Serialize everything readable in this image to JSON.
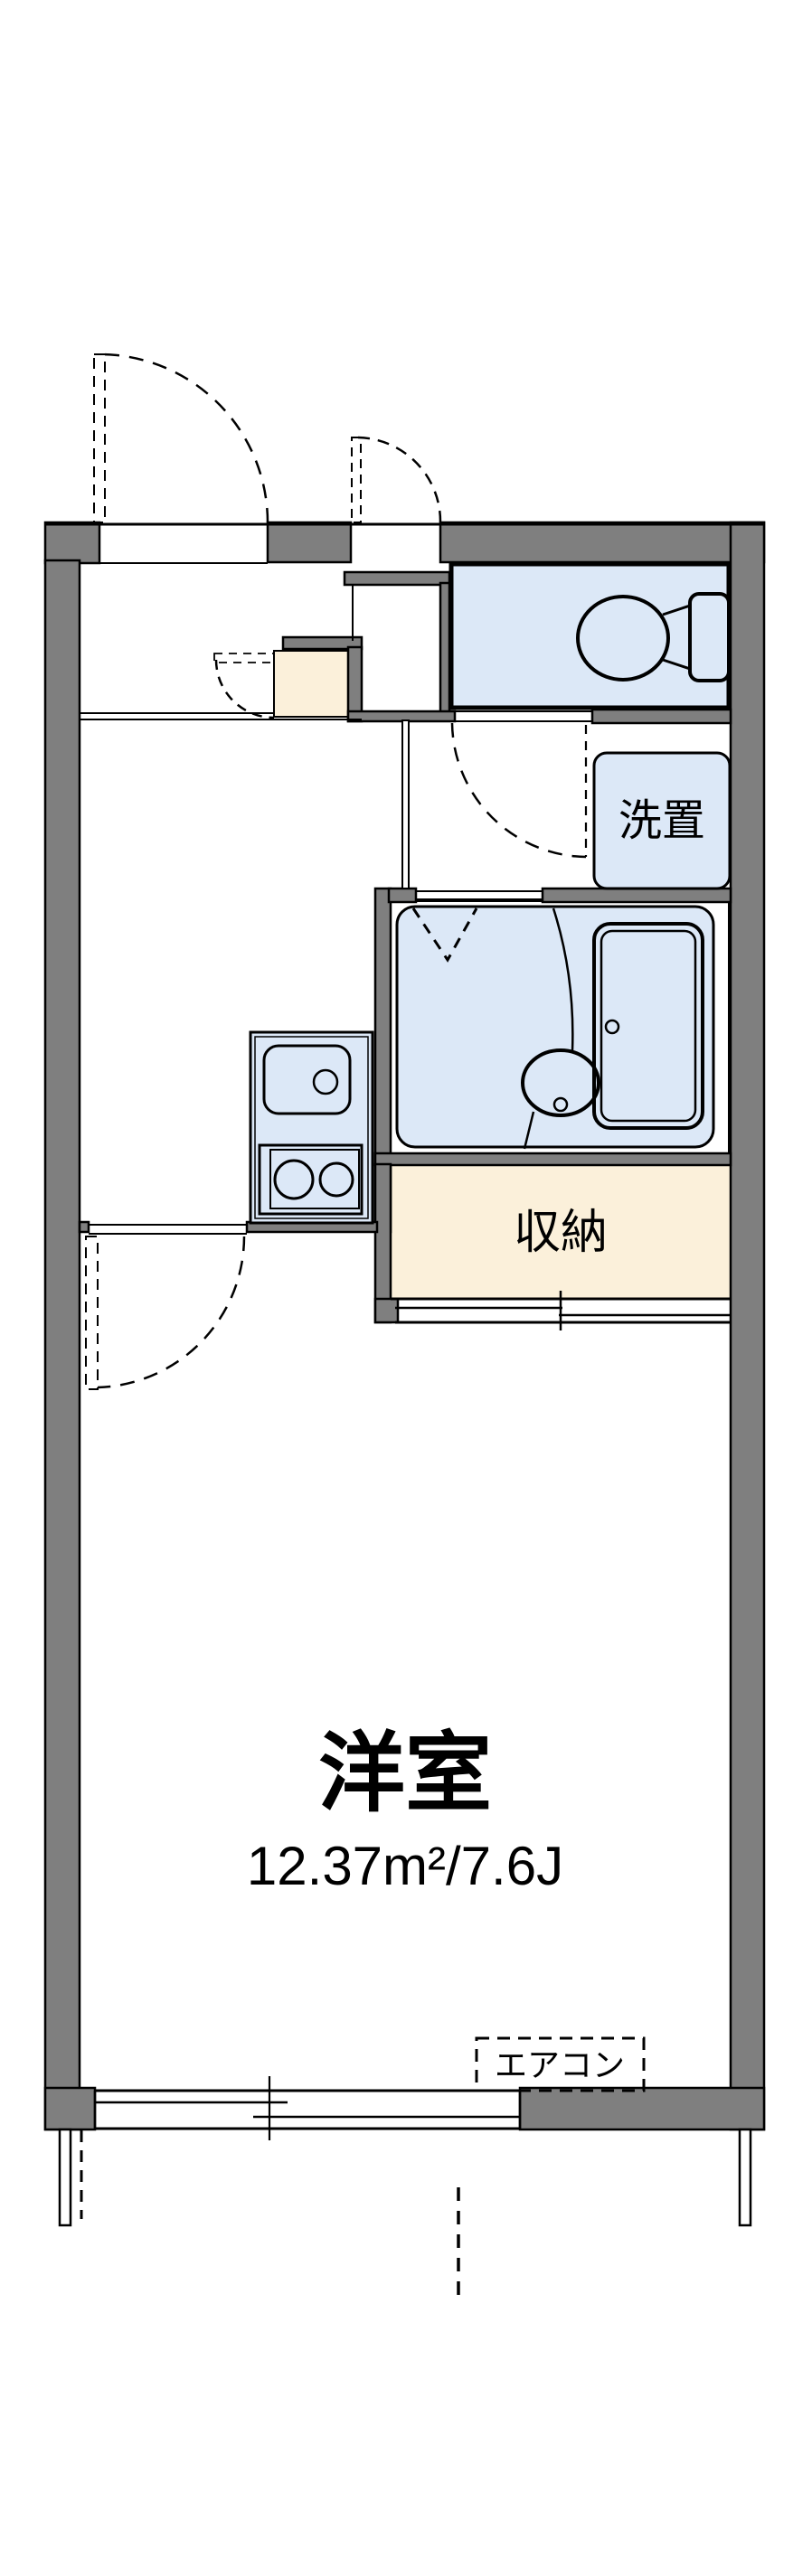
{
  "floorplan": {
    "rooms": {
      "main_room": {
        "label": "洋室",
        "area": "12.37m²/7.6J"
      },
      "storage": {
        "label": "収納"
      },
      "washer_space": {
        "label": "洗置"
      },
      "aircon": {
        "label": "エアコン"
      }
    },
    "colors": {
      "wall_gray": "#7f7f7f",
      "wet_area_blue": "#dce8f7",
      "storage_cream": "#fbf0da",
      "line_black": "#000000",
      "background": "#ffffff"
    }
  }
}
